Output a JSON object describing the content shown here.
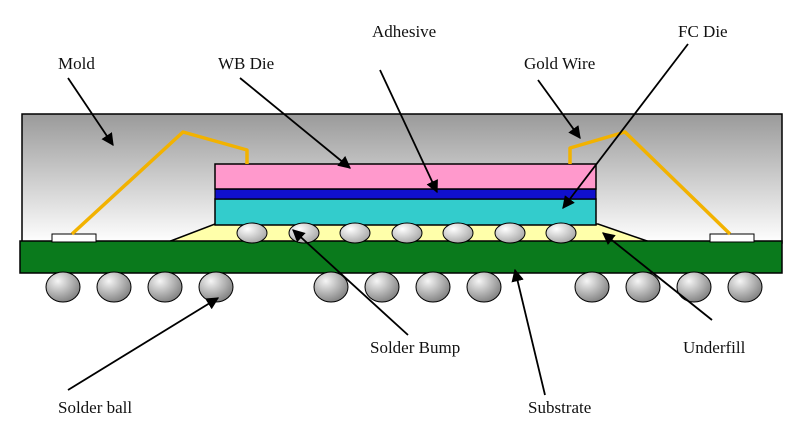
{
  "labels": {
    "mold": "Mold",
    "wb_die": "WB Die",
    "adhesive": "Adhesive",
    "fc_die": "FC Die",
    "gold_wire": "Gold Wire",
    "solder_bump": "Solder Bump",
    "underfill": "Underfill",
    "solder_ball": "Solder ball",
    "substrate": "Substrate"
  },
  "colors": {
    "mold_top": "#9a9a9a",
    "mold_bottom": "#ffffff",
    "substrate": "#0a7a1c",
    "wb_die": "#ff99cc",
    "adhesive": "#1010cc",
    "fc_die": "#33cccc",
    "underfill": "#ffffaa",
    "gold_wire": "#f2b200",
    "ball_light": "#f5f5f5",
    "ball_dark": "#777777"
  }
}
